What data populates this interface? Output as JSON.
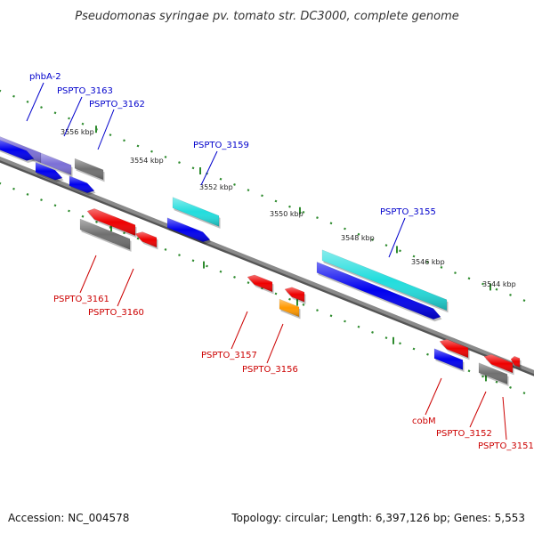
{
  "title": "Pseudomonas syringae pv. tomato str. DC3000, complete genome",
  "footer": {
    "accession": "Accession: NC_004578",
    "summary": "Topology: circular; Length: 6,397,126 bp; Genes: 5,553"
  },
  "colors": {
    "backbone": "#8a8a8a",
    "tick": "#2e8b2e",
    "forward_label": "#0000cc",
    "reverse_label": "#cc0000",
    "blue": "#0000ee",
    "purple": "#7b6fd6",
    "gray": "#707070",
    "cyan": "#22dddd",
    "red": "#ee0000",
    "orange": "#ff9900"
  },
  "ticks": [
    "3556 kbp",
    "3554 kbp",
    "3552 kbp",
    "3550 kbp",
    "3548 kbp",
    "3546 kbp",
    "3544 kbp"
  ],
  "forward_genes": [
    "phbA-2",
    "PSPTO_3163",
    "PSPTO_3162",
    "PSPTO_3159",
    "PSPTO_3155"
  ],
  "reverse_genes": [
    "PSPTO_3161",
    "PSPTO_3160",
    "PSPTO_3157",
    "PSPTO_3156",
    "cobM",
    "PSPTO_3152",
    "PSPTO_3151"
  ]
}
